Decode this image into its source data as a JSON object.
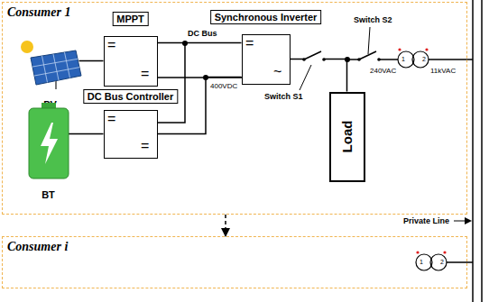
{
  "diagram": {
    "nodes": [
      {
        "text": [
          "Consumer 1"
        ]
      },
      {
        "text": [
          "PV"
        ],
        "in": 0
      },
      {
        "text": [
          "MPPT"
        ],
        "in": 0
      },
      {
        "text": [
          "Synchronous Inverter"
        ],
        "in": 0
      },
      {
        "text": [
          "Load"
        ],
        "in": 0
      },
      {
        "text": [
          "BT"
        ],
        "in": 0
      },
      {
        "text": [
          "DC Bus Controller"
        ],
        "in": 0
      },
      {
        "text": [
          "Consumer i"
        ]
      }
    ],
    "edges": [
      {
        "from": 1,
        "to": 2,
        "arrow": "none"
      },
      {
        "from": 2,
        "to": 3,
        "arrow": "none"
      },
      {
        "from": 5,
        "to": 6,
        "arrow": "none"
      },
      {
        "from": 6,
        "to": 3,
        "arrow": "none"
      },
      {
        "from": 3,
        "to": 4,
        "arrow": "none"
      },
      {
        "from": 0,
        "to": 7,
        "arrow": "to"
      }
    ],
    "labels": [
      "DC Bus",
      "400VDC",
      "Switch S1",
      "Switch S2",
      "240VAC",
      "11kVAC",
      "Private Line",
      "=",
      "=",
      "=",
      "=",
      "=",
      "~",
      "1",
      "2",
      "1",
      "2"
    ]
  }
}
